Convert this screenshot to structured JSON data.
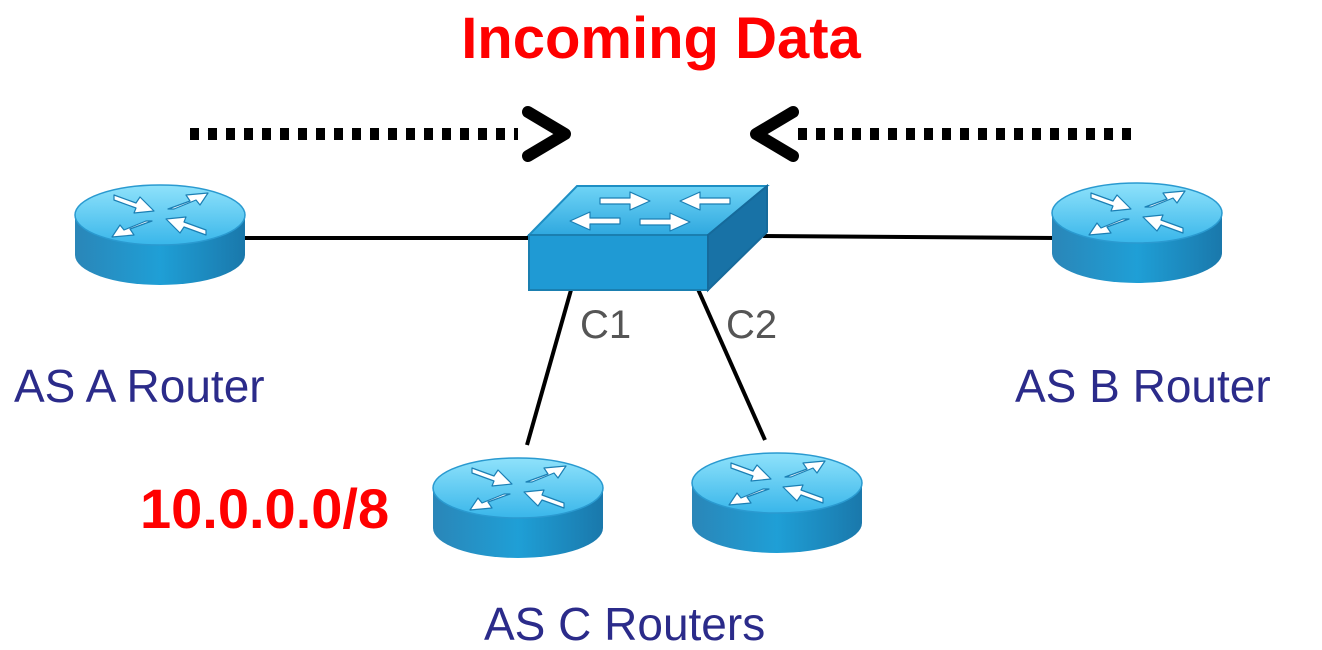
{
  "title": "Incoming Data",
  "nodes": {
    "as_a": {
      "label": "AS A Router",
      "icon": "router-icon"
    },
    "as_b": {
      "label": "AS B Router",
      "icon": "router-icon"
    },
    "as_c": {
      "label": "AS C Routers",
      "icon": "router-icon"
    },
    "switch": {
      "icon": "switch-icon"
    }
  },
  "connections": {
    "c1": "C1",
    "c2": "C2"
  },
  "prefix": "10.0.0.0/8",
  "colors": {
    "title": "#ff0000",
    "prefix": "#ff0000",
    "node_label": "#2b2b8a",
    "connection_label": "#555555",
    "device_top": "#5ccbf2",
    "device_side": "#1d8fc8"
  }
}
